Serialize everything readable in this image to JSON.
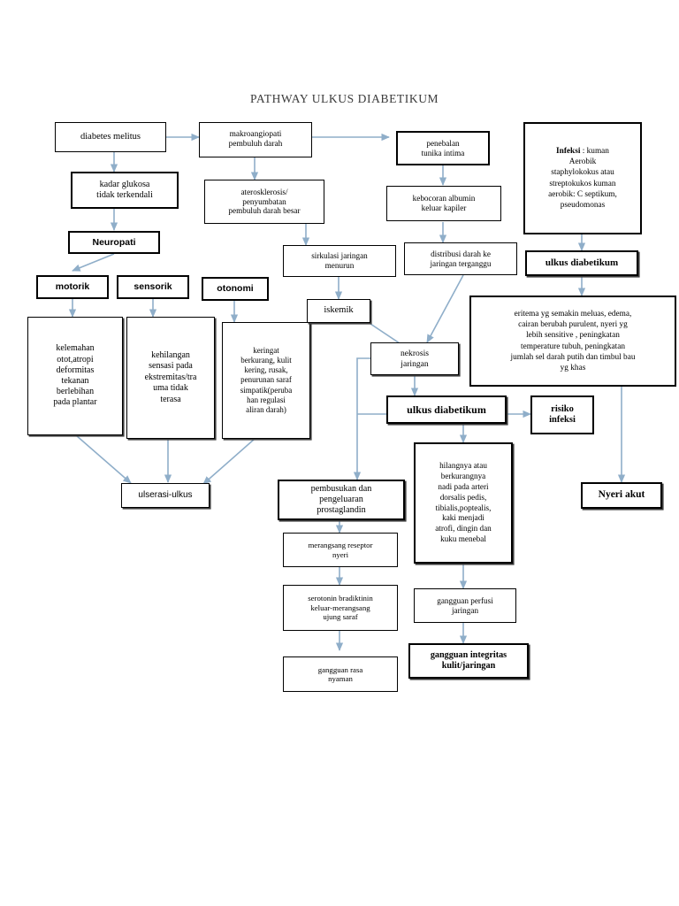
{
  "page": {
    "title": "PATHWAY ULKUS DIABETIKUM",
    "accent_arrow_color": "#8faec9",
    "box_border_color": "#000000",
    "background": "#ffffff"
  },
  "nodes": {
    "diabetes_melitus": "diabetes melitus",
    "kadar_glukosa": "kadar glukosa\ntidak terkendali",
    "neuropati": "Neuropati",
    "motorik": "motorik",
    "sensorik": "sensorik",
    "otonomi": "otonomi",
    "kelemahan_otot": "kelemahan\notot,atropi\ndeformitas\ntekanan\nberlebihan\npada plantar",
    "kehilangan_sensasi": "kehilangan\nsensasi pada\nekstremitas/tra\numa tidak\nterasa",
    "keringat_berkurang": "keringat\nberkurang, kulit\nkering, rusak,\npenurunan saraf\nsimpatik(peruba\nhan regulasi\naliran darah)",
    "ulserasi_ulkus": "ulserasi-ulkus",
    "makroangiopati": "makroangiopati\npembuluh darah",
    "aterosklerosis": "aterosklerosis/\npenyumbatan\npembuluh darah besar",
    "sirkulasi_jaringan": "sirkulasi jaringan\nmenurun",
    "iskemik": "iskemik",
    "penebalan_tunika": "penebalan\ntunika intima",
    "kebocoran_albumin": "kebocoran albumin\nkeluar kapiler",
    "distribusi_darah": "distribusi darah ke\njaringan terganggu",
    "nekrosis_jaringan": "nekrosis\njaringan",
    "ulkus_diabetikum_center": "ulkus diabetikum",
    "infeksi_kuman": "Infeksi : kuman\nAerobik\nstaphylokokus atau\nstreptokukos kuman\naerobik: C  septikum,\npseudomonas",
    "infeksi_label_bold": "Infeksi",
    "ulkus_diabetikum_right": "ulkus diabetikum",
    "eritema": "eritema yg semakin meluas, edema,\ncairan berubah purulent, nyeri yg\nlebih sensitive , peningkatan\ntemperature tubuh, peningkatan\njumlah sel darah putih dan timbul bau\nyg khas",
    "risiko_infeksi": "risiko\ninfeksi",
    "nyeri_akut": "Nyeri akut",
    "pembusukan": "pembusukan dan\npengeluaran\nprostaglandin",
    "merangsang_reseptor": "merangsang reseptor\nnyeri",
    "serotonin": "serotonin bradiktinin\nkeluar-merangsang\nujung saraf",
    "gangguan_rasa_nyaman": "gangguan rasa\nnyaman",
    "hilangnya_nadi": "hilangnya atau\nberkurangnya\nnadi pada arteri\ndorsalis pedis,\ntibialis,poptealis,\nkaki menjadi\natrofi, dingin dan\nkuku menebal",
    "gangguan_perfusi": "gangguan perfusi\njaringan",
    "gangguan_integritas": "gangguan integritas\nkulit/jaringan"
  }
}
